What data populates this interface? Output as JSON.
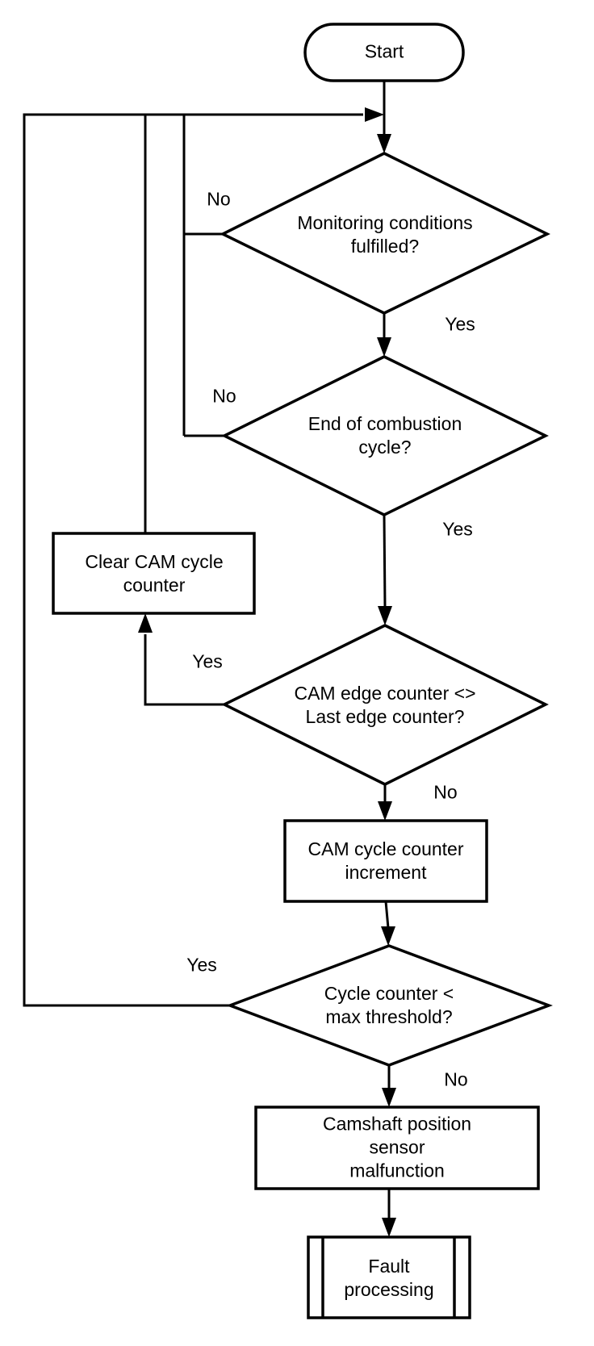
{
  "flowchart": {
    "background_color": "#ffffff",
    "line_color": "#000000",
    "text_color": "#000000",
    "nodes": {
      "start": {
        "type": "terminator",
        "label": "Start"
      },
      "monitoring_conditions": {
        "type": "decision",
        "label": "Monitoring conditions fulfilled?"
      },
      "end_of_combustion": {
        "type": "decision",
        "label": "End of combustion cycle?"
      },
      "clear_cam_cycle_counter": {
        "type": "process",
        "label": "Clear CAM cycle\ncounter"
      },
      "cam_edge_counter": {
        "type": "decision",
        "label": "CAM edge counter <>\nLast edge counter?"
      },
      "cam_cycle_counter_increment": {
        "type": "process",
        "label": "CAM cycle counter\nincrement"
      },
      "cycle_counter_threshold": {
        "type": "decision",
        "label": "Cycle counter <\nmax threshold?"
      },
      "camshaft_sensor_malfunction": {
        "type": "process",
        "label": "Camshaft position sensor\nmalfunction"
      },
      "fault_processing": {
        "type": "predefined_process",
        "label": "Fault\nprocessing"
      }
    },
    "edge_labels": {
      "monitoring_no": "No",
      "monitoring_yes": "Yes",
      "combustion_no": "No",
      "combustion_yes": "Yes",
      "edge_counter_yes": "Yes",
      "edge_counter_no": "No",
      "threshold_yes": "Yes",
      "threshold_no": "No"
    }
  }
}
